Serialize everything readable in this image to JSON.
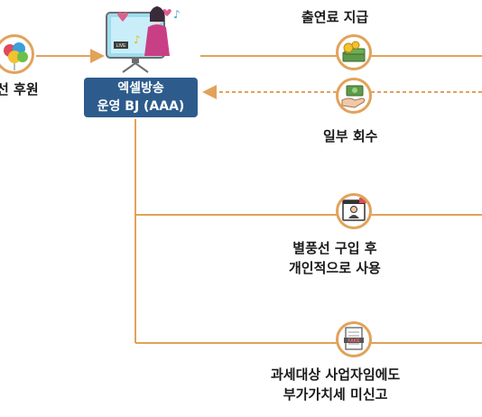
{
  "left_label": "선 후원",
  "bj": {
    "line1": "엑셀방송",
    "line2": "운영 BJ (AAA)"
  },
  "flows": [
    {
      "label": "출연료 지급",
      "icon": "money-stack-icon"
    },
    {
      "label": "일부 회수",
      "icon": "hand-money-icon"
    },
    {
      "label_lines": [
        "별풍선 구입 후",
        "개인적으로 사용"
      ],
      "icon": "streamer-screen-icon"
    },
    {
      "label_lines": [
        "과세대상 사업자임에도",
        "부가가치세 미신고"
      ],
      "icon": "fake-document-icon",
      "icon_text": "FAKE"
    }
  ],
  "colors": {
    "connector": "#e2a25a",
    "bj_box": "#2d5c8c"
  }
}
